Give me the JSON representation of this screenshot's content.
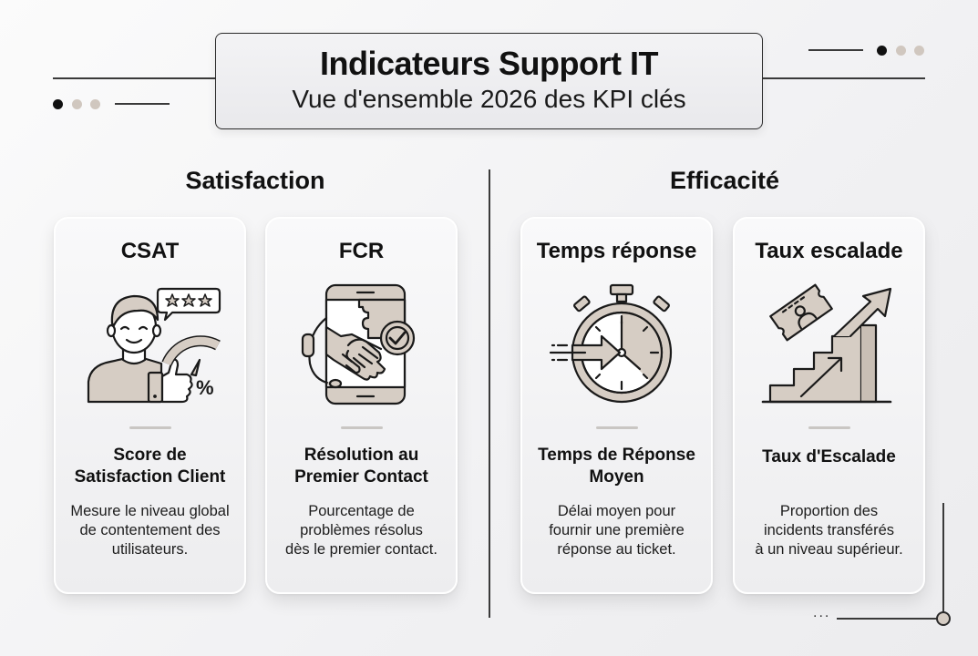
{
  "header": {
    "title": "Indicateurs Support IT",
    "subtitle": "Vue d'ensemble 2026 des KPI clés"
  },
  "sections": [
    {
      "title": "Satisfaction",
      "cards": [
        {
          "abbr": "CSAT",
          "icon": "satisfied-user-thumbs-up-gauge-icon",
          "name_line1": "Score de",
          "name_line2": "Satisfaction Client",
          "desc_line1": "Mesure le niveau global",
          "desc_line2": "de contentement des",
          "desc_line3": "utilisateurs."
        },
        {
          "abbr": "FCR",
          "icon": "handshake-phone-headset-check-icon",
          "name_line1": "Résolution au",
          "name_line2": "Premier Contact",
          "desc_line1": "Pourcentage de",
          "desc_line2": "problèmes résolus",
          "desc_line3": "dès le premier contact."
        }
      ]
    },
    {
      "title": "Efficacité",
      "cards": [
        {
          "abbr": "Temps réponse",
          "icon": "stopwatch-speed-arrow-icon",
          "name_line1": "Temps de Réponse",
          "name_line2": "Moyen",
          "desc_line1": "Délai moyen pour",
          "desc_line2": "fournir une première",
          "desc_line3": "réponse au ticket."
        },
        {
          "abbr": "Taux escalade",
          "icon": "ticket-stairs-arrow-up-icon",
          "name_line1": "Taux d'Escalade",
          "name_line2": "",
          "desc_line1": "Proportion des",
          "desc_line2": "incidents transférés",
          "desc_line3": "à un niveau supérieur."
        }
      ]
    }
  ],
  "decor": {
    "ellipsis": "...",
    "accent_color": "#d6cdc4",
    "line_color": "#3a3a3a"
  }
}
